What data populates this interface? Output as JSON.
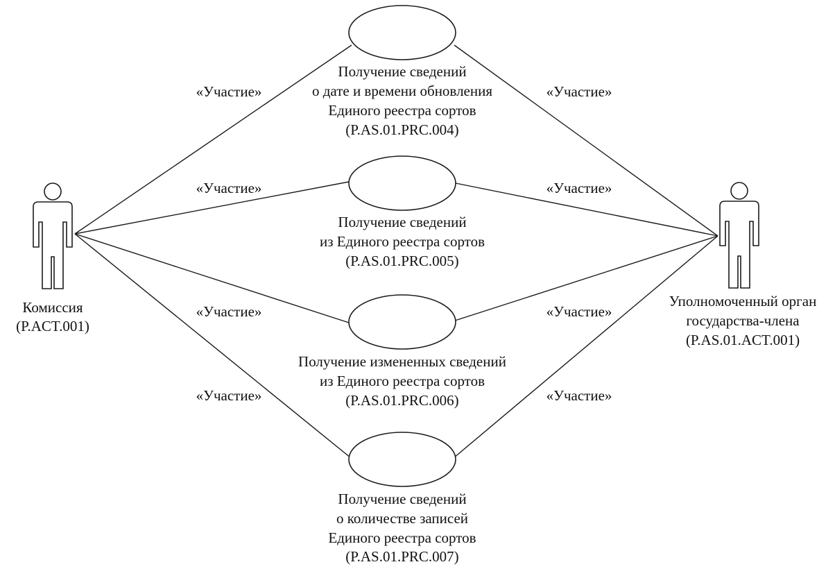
{
  "actors": {
    "commission": {
      "lines": [
        "Комиссия",
        "(P.ACT.001)"
      ]
    },
    "authority": {
      "lines": [
        "Уполномоченный орган",
        "государства-члена",
        "(P.AS.01.ACT.001)"
      ]
    }
  },
  "use_cases": [
    {
      "lines": [
        "Получение сведений",
        "о дате и времени обновления",
        "Единого реестра сортов",
        "(P.AS.01.PRC.004)"
      ]
    },
    {
      "lines": [
        "Получение сведений",
        "из Единого реестра сортов",
        "(P.AS.01.PRC.005)"
      ]
    },
    {
      "lines": [
        "Получение измененных сведений",
        "из Единого реестра сортов",
        "(P.AS.01.PRC.006)"
      ]
    },
    {
      "lines": [
        "Получение сведений",
        "о количестве записей",
        "Единого реестра сортов",
        "(P.AS.01.PRC.007)"
      ]
    }
  ],
  "associations": [
    {
      "from": "commission",
      "to_use_case": 0,
      "label": "«Участие»"
    },
    {
      "from": "authority",
      "to_use_case": 0,
      "label": "«Участие»"
    },
    {
      "from": "commission",
      "to_use_case": 1,
      "label": "«Участие»"
    },
    {
      "from": "authority",
      "to_use_case": 1,
      "label": "«Участие»"
    },
    {
      "from": "commission",
      "to_use_case": 2,
      "label": "«Участие»"
    },
    {
      "from": "authority",
      "to_use_case": 2,
      "label": "«Участие»"
    },
    {
      "from": "commission",
      "to_use_case": 3,
      "label": "«Участие»"
    },
    {
      "from": "authority",
      "to_use_case": 3,
      "label": "«Участие»"
    }
  ]
}
